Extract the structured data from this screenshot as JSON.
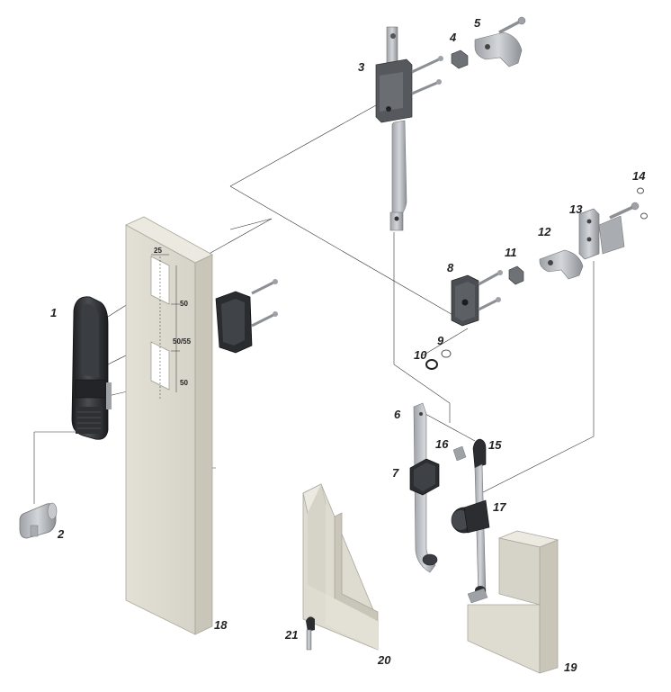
{
  "colors": {
    "panel": "#dedbd0",
    "panel_side": "#c9c5b8",
    "metal": "#b9bcc0",
    "metal_dark": "#8c9095",
    "black_part": "#2b2d30",
    "dark_block": "#55585c",
    "line": "#333333"
  },
  "labels": {
    "p1": "1",
    "p2": "2",
    "p3": "3",
    "p4": "4",
    "p5": "5",
    "p6": "6",
    "p7": "7",
    "p8": "8",
    "p9": "9",
    "p10": "10",
    "p11": "11",
    "p12": "12",
    "p13": "13",
    "p14": "14",
    "p15": "15",
    "p16": "16",
    "p17": "17",
    "p18": "18",
    "p19": "19",
    "p20": "20",
    "p21": "21"
  },
  "dimensions": {
    "d25": "25",
    "d50_top": "50",
    "d50_55": "50/55",
    "d50_bottom": "50"
  }
}
